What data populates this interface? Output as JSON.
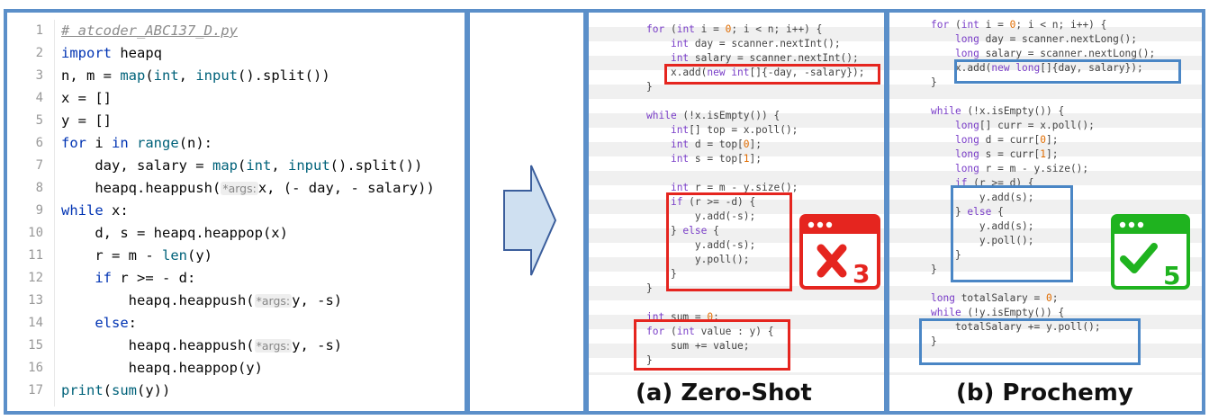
{
  "python": {
    "lines": [
      {
        "n": "1",
        "html": "<span class='cm'># atcoder_ABC137_D.py</span>"
      },
      {
        "n": "2",
        "html": "<span class='kw'>import</span> heapq"
      },
      {
        "n": "3",
        "html": "n, m = <span class='fn'>map</span>(<span class='fn'>int</span>, <span class='fn'>input</span>().split())"
      },
      {
        "n": "4",
        "html": "x = []"
      },
      {
        "n": "5",
        "html": "y = []"
      },
      {
        "n": "6",
        "html": "<span class='kw'>for</span> i <span class='kw'>in</span> <span class='fn'>range</span>(n):"
      },
      {
        "n": "7",
        "html": "    day, salary = <span class='fn'>map</span>(<span class='fn'>int</span>, <span class='fn'>input</span>().split())"
      },
      {
        "n": "8",
        "html": "    heapq.heappush(<span class='hint'>*args:</span>x, (- day, - salary))"
      },
      {
        "n": "9",
        "html": "<span class='kw'>while</span> x:"
      },
      {
        "n": "10",
        "html": "    d, s = heapq.heappop(x)"
      },
      {
        "n": "11",
        "html": "    r = m - <span class='fn'>len</span>(y)"
      },
      {
        "n": "12",
        "html": "    <span class='kw'>if</span> r >= - d:"
      },
      {
        "n": "13",
        "html": "        heapq.heappush(<span class='hint'>*args:</span>y, -s)"
      },
      {
        "n": "14",
        "html": "    <span class='kw'>else</span>:"
      },
      {
        "n": "15",
        "html": "        heapq.heappush(<span class='hint'>*args:</span>y, -s)"
      },
      {
        "n": "16",
        "html": "        heapq.heappop(y)"
      },
      {
        "n": "17",
        "html": "<span class='fn'>print</span>(<span class='fn'>sum</span>(y))"
      }
    ]
  },
  "zero_shot": {
    "caption": "(a) Zero-Shot",
    "badge_count": "3",
    "code": "<span class='jk'>for</span> (<span class='jk'>int</span> i = <span class='jn'>0</span>; i &lt; n; i++) {\n    <span class='jk'>int</span> day = scanner.nextInt();\n    <span class='jk'>int</span> salary = scanner.nextInt();\n    x.add(<span class='jk'>new int</span>[]{-day, -salary});\n}\n\n<span class='jk'>while</span> (!x.isEmpty()) {\n    <span class='jk'>int</span>[] top = x.poll();\n    <span class='jk'>int</span> d = top[<span class='jn'>0</span>];\n    <span class='jk'>int</span> s = top[<span class='jn'>1</span>];\n\n    <span class='jk'>int</span> r = m - y.size();\n    <span class='jk'>if</span> (r >= -d) {\n        y.add(-s);\n    } <span class='jk'>else</span> {\n        y.add(-s);\n        y.poll();\n    }\n}\n\n<span class='jk'>int</span> sum = <span class='jn'>0</span>;\n<span class='jk'>for</span> (<span class='jk'>int</span> value : y) {\n    sum += value;\n}"
  },
  "prochemy": {
    "caption": "(b) Prochemy",
    "badge_count": "5",
    "code": "<span class='jk'>for</span> (<span class='jk'>int</span> i = <span class='jn'>0</span>; i &lt; n; i++) {\n    <span class='jk'>long</span> day = scanner.nextLong();\n    <span class='jk'>long</span> salary = scanner.nextLong();\n    x.add(<span class='jk'>new long</span>[]{day, salary});\n}\n\n<span class='jk'>while</span> (!x.isEmpty()) {\n    <span class='jk'>long</span>[] curr = x.poll();\n    <span class='jk'>long</span> d = curr[<span class='jn'>0</span>];\n    <span class='jk'>long</span> s = curr[<span class='jn'>1</span>];\n    <span class='jk'>long</span> r = m - y.size();\n    <span class='jk'>if</span> (r >= d) {\n        y.add(s);\n    } <span class='jk'>else</span> {\n        y.add(s);\n        y.poll();\n    }\n}\n\n<span class='jk'>long</span> totalSalary = <span class='jn'>0</span>;\n<span class='jk'>while</span> (!y.isEmpty()) {\n    totalSalary += y.poll();\n}"
  },
  "colors": {
    "error": "#e5251f",
    "success": "#1fb31f",
    "frame": "#5b8fc9",
    "arrow_fill": "#cfe0f1",
    "arrow_stroke": "#3b5e9c"
  }
}
